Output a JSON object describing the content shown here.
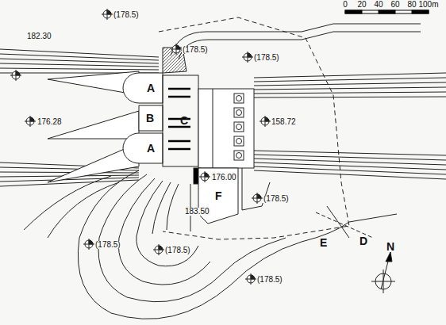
{
  "diagram": {
    "labels": [
      "0",
      "20",
      "40",
      "60",
      "80",
      "100m",
      "182.30",
      "(178.5)",
      "(178.5)",
      "(178.5)",
      "176.28",
      "A",
      "B",
      "C",
      "A",
      "158.72",
      "176.00",
      "183.50",
      "F",
      "(178.5)",
      "(178.5)",
      "(178.5)",
      "E",
      "D",
      "N",
      "(178.5)"
    ]
  }
}
